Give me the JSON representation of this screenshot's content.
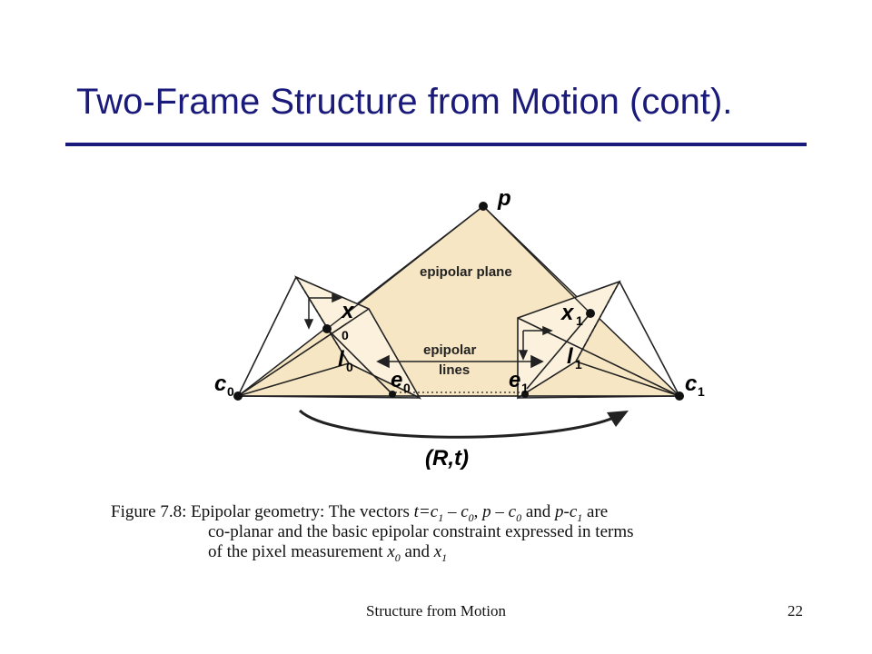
{
  "slide": {
    "title": "Two-Frame Structure from Motion (cont).",
    "footer": "Structure from Motion",
    "page_number": "22"
  },
  "diagram": {
    "labels": {
      "p": "p",
      "epipolar_plane": "epipolar plane",
      "epipolar_lines_1": "epipolar",
      "epipolar_lines_2": "lines",
      "x0": "x",
      "x0_sub": "0",
      "x1": "x",
      "x1_sub": "1",
      "l0": "l",
      "l0_sub": "0",
      "l1": "l",
      "l1_sub": "1",
      "c0": "c",
      "c0_sub": "0",
      "c1": "c",
      "c1_sub": "1",
      "e0": "e",
      "e0_sub": "0",
      "e1": "e",
      "e1_sub": "1",
      "motion": "(R,t)"
    },
    "colors": {
      "plane_fill": "#f7e6c4",
      "line": "#222222"
    }
  },
  "caption": {
    "line1_prefix": "Figure 7.8: Epipolar geometry: The vectors ",
    "t_eq": "t=c",
    "sub1": "1",
    "minus1": " – c",
    "sub0a": "0",
    "comma": ", ",
    "p_minus": "p – c",
    "sub0b": "0",
    "and1": " and ",
    "p_minus2": "p-c",
    "sub1b": "1",
    "are": " are",
    "line2": "co-planar and the basic epipolar constraint expressed in terms",
    "line3_prefix": "of the pixel measurement ",
    "x_a": "x",
    "sub0c": "0",
    "and2": " and ",
    "x_b": "x",
    "sub1c": "1"
  }
}
